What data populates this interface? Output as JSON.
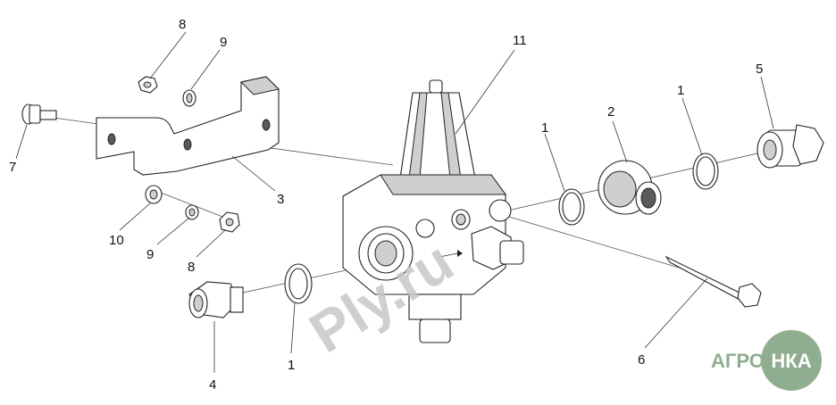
{
  "callouts": {
    "c1a": "1",
    "c1b": "1",
    "c1c": "1",
    "c2": "2",
    "c3": "3",
    "c4": "4",
    "c5": "5",
    "c6": "6",
    "c7": "7",
    "c8a": "8",
    "c8b": "8",
    "c9a": "9",
    "c9b": "9",
    "c10": "10",
    "c11": "11"
  },
  "watermark": {
    "site": "Ply.ru",
    "brand_left": "АГРО",
    "brand_badge": "НКА"
  },
  "colors": {
    "line": "#222222",
    "watermark": "#c7c7c7",
    "brand": "#8fae8f"
  }
}
